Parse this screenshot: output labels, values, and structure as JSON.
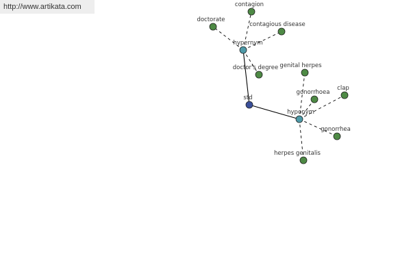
{
  "header": {
    "url": "http://www.artikata.com"
  },
  "colors": {
    "center_node": "#3a4f9a",
    "relation_node": "#4e9aa8",
    "leaf_node": "#4e8a45",
    "edge": "#000000",
    "label": "#333333"
  },
  "graph": {
    "center": {
      "id": "std",
      "label": "std"
    },
    "relations": [
      {
        "id": "hypernym",
        "label": "hypernym"
      },
      {
        "id": "hyponym",
        "label": "hyponym"
      }
    ],
    "leaves": [
      {
        "id": "contagion",
        "label": "contagion",
        "parent": "hypernym"
      },
      {
        "id": "doctorate",
        "label": "doctorate",
        "parent": "hypernym"
      },
      {
        "id": "contagious-disease",
        "label": "contagious disease",
        "parent": "hypernym"
      },
      {
        "id": "doctors-degree",
        "label": "doctor's degree",
        "parent": "hypernym"
      },
      {
        "id": "genital-herpes",
        "label": "genital herpes",
        "parent": "hyponym"
      },
      {
        "id": "gonorrhoea",
        "label": "gonorrhoea",
        "parent": "hyponym"
      },
      {
        "id": "clap",
        "label": "clap",
        "parent": "hyponym"
      },
      {
        "id": "gonorrhea",
        "label": "gonorrhea",
        "parent": "hyponym"
      },
      {
        "id": "herpes-genitalis",
        "label": "herpes genitalis",
        "parent": "hyponym"
      }
    ]
  }
}
